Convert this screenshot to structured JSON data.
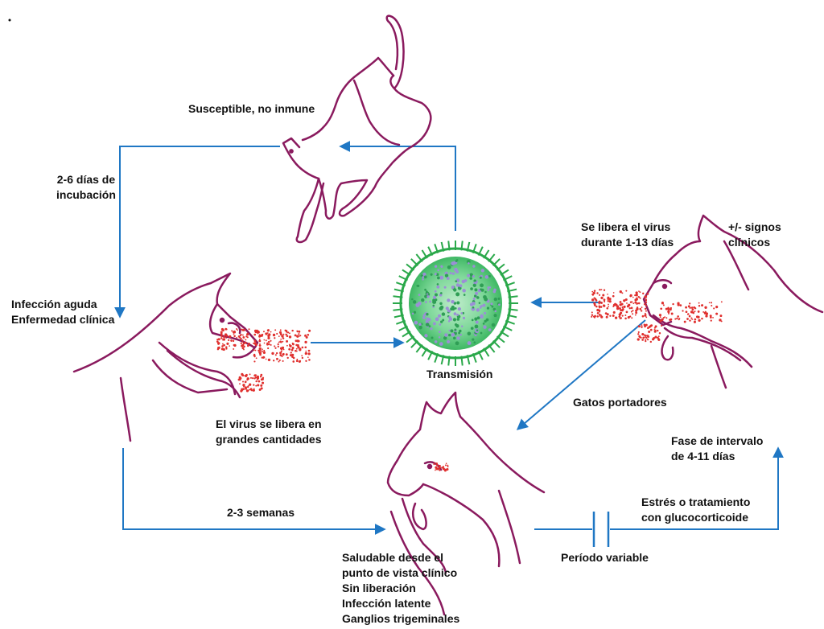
{
  "colors": {
    "cat_outline": "#8a1a5e",
    "arrow": "#1f77c4",
    "virus_ring": "#2aa84a",
    "virus_core": "#7fd89a",
    "virus_dots": "#9b8fd6",
    "droplets": "#e0302e",
    "text": "#111111"
  },
  "labels": {
    "susceptible": "Susceptible, no inmune",
    "incubation": [
      "2-6 días de",
      "incubación"
    ],
    "acute": [
      "Infección aguda",
      "Enfermedad clínica"
    ],
    "virus_large": [
      "El  virus se libera en",
      "grandes cantidades"
    ],
    "transmission": "Transmisión",
    "shedding": [
      "Se libera el virus",
      "durante 1-13 días"
    ],
    "signs": [
      "+/- signos",
      "clínicos"
    ],
    "carriers": "Gatos portadores",
    "interval": [
      "Fase de intervalo",
      "de 4-11 días"
    ],
    "stress": [
      "Estrés o tratamiento",
      "con glucocorticoide"
    ],
    "weeks": "2-3 semanas",
    "variable": "Período variable",
    "healthy": [
      "Saludable desde el",
      "punto de  vista clínico",
      "Sin liberación",
      "Infección latente",
      "Ganglios trigeminales"
    ]
  }
}
